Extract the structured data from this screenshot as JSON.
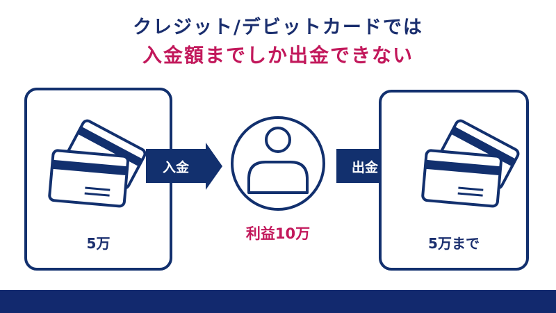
{
  "title": {
    "line1": "クレジット/デビットカードでは",
    "line2": "入金額までしか出金できない"
  },
  "left_box": {
    "icon": "credit-cards-icon",
    "label": "5万"
  },
  "deposit_arrow": {
    "label": "入金"
  },
  "center": {
    "icon": "user-circle-icon",
    "label": "利益10万"
  },
  "withdraw_arrow": {
    "label": "出金"
  },
  "right_box": {
    "icon": "credit-cards-icon",
    "label": "5万まで"
  },
  "colors": {
    "navy": "#12306e",
    "magenta": "#c2185b",
    "bar": "#12296e"
  }
}
